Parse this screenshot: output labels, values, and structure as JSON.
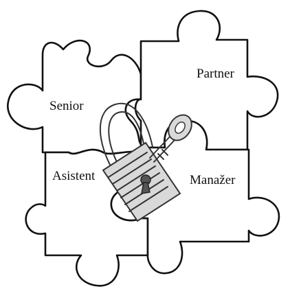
{
  "diagram": {
    "pieces": [
      {
        "id": "senior",
        "label": "Senior"
      },
      {
        "id": "partner",
        "label": "Partner"
      },
      {
        "id": "asistent",
        "label": "Asistent"
      },
      {
        "id": "manazer",
        "label": "Manažer"
      }
    ],
    "center_icon": "padlock-with-key-icon"
  }
}
